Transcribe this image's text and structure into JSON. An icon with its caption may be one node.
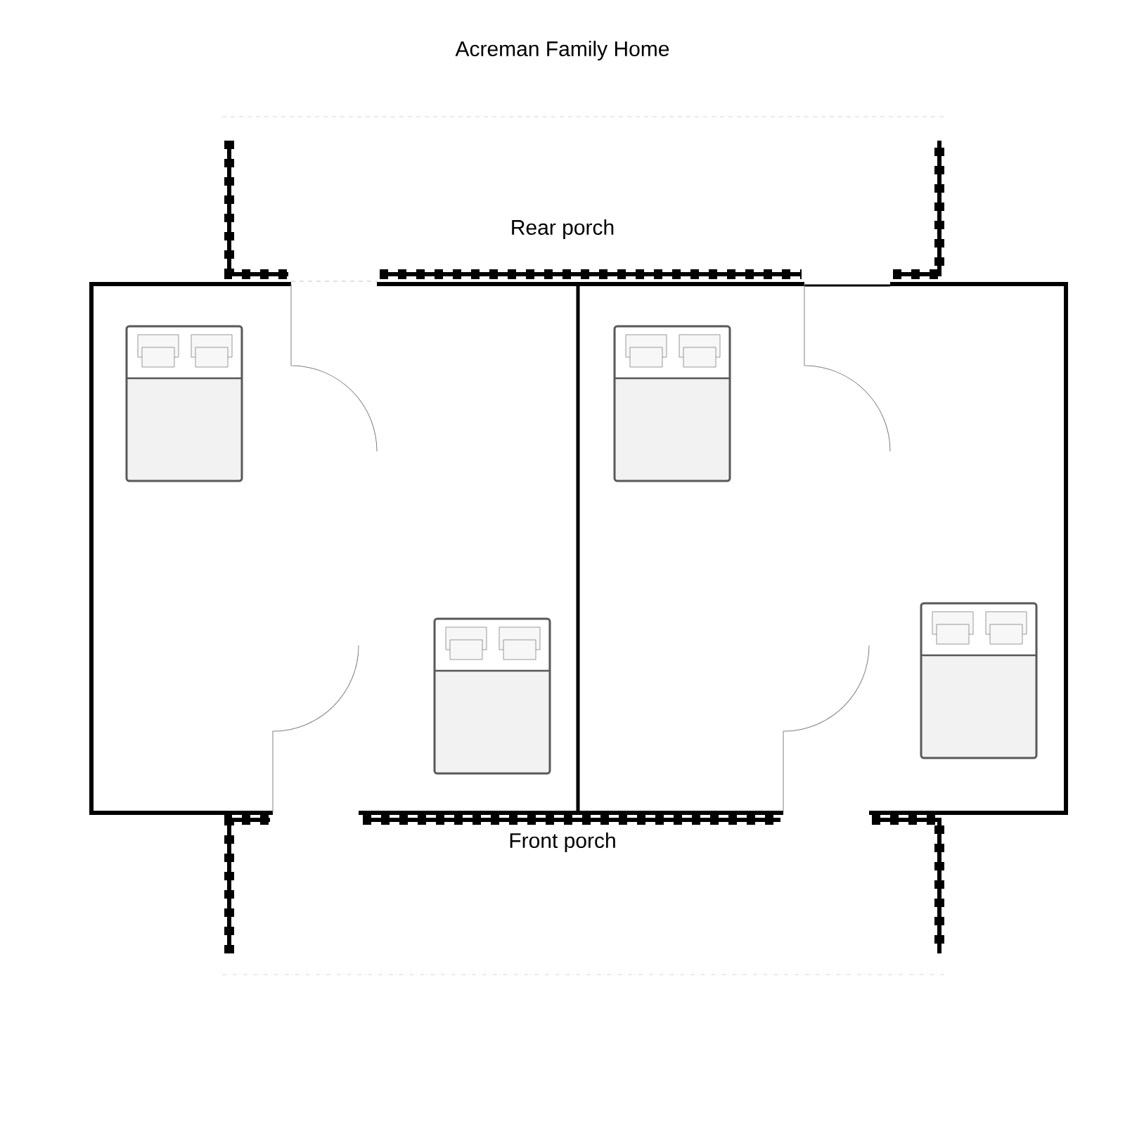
{
  "diagram": {
    "title": "Acreman Family Home",
    "labels": [
      "Rear porch",
      "Front porch"
    ]
  }
}
